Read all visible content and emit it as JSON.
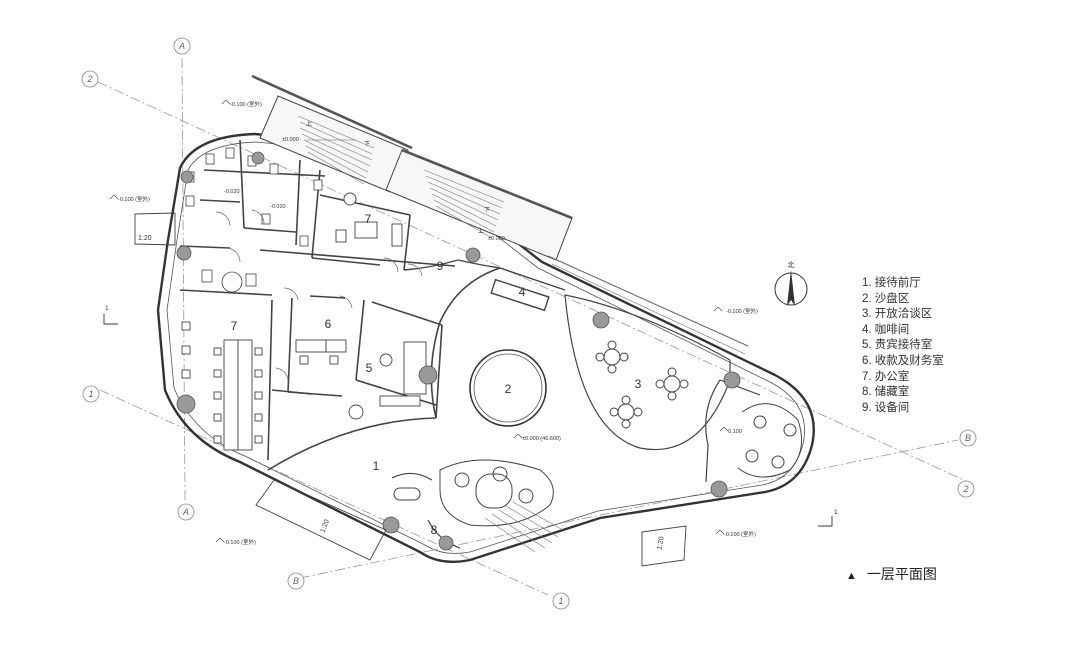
{
  "legend": [
    "1. 接待前厅",
    "2. 沙盘区",
    "3. 开放洽谈区",
    "4. 咖啡间",
    "5. 贵宾接待室",
    "6. 收款及财务室",
    "7. 办公室",
    "8. 储藏室",
    "9. 设备间"
  ],
  "title": "一层平面图",
  "north_label": "北",
  "room_numbers": {
    "r1": "1",
    "r2": "2",
    "r3": "3",
    "r4": "4",
    "r5": "5",
    "r6": "6",
    "r7a": "7",
    "r7b": "7",
    "r8": "8",
    "r9": "9"
  },
  "axis_labels": {
    "a_top": "A",
    "a_bottom": "A",
    "two_left": "2",
    "two_right": "2",
    "one_left": "1",
    "one_bottom": "1",
    "b_right": "B",
    "b_bottom": "B"
  },
  "levels": {
    "l1": "-0.100 (室外)",
    "l2": "-0.100 (室外)",
    "l3": "-0.100 (室外)",
    "l4": "-0.100 (室外)",
    "l5": "-0.100 (室外)",
    "l6": "-0.020",
    "l7": "-0.020",
    "l8": "±0.000",
    "l9": "±0.000",
    "l10": "±0.000 (46.600)",
    "l11": "0.100"
  },
  "section_marks": {
    "s1": "1",
    "s2": "1"
  },
  "stair_labels": {
    "up": "上",
    "down": "下"
  },
  "ramp_labels": {
    "r_left": "1:20",
    "r_bottom_left": "1:20",
    "r_bottom_right": "1:20"
  }
}
